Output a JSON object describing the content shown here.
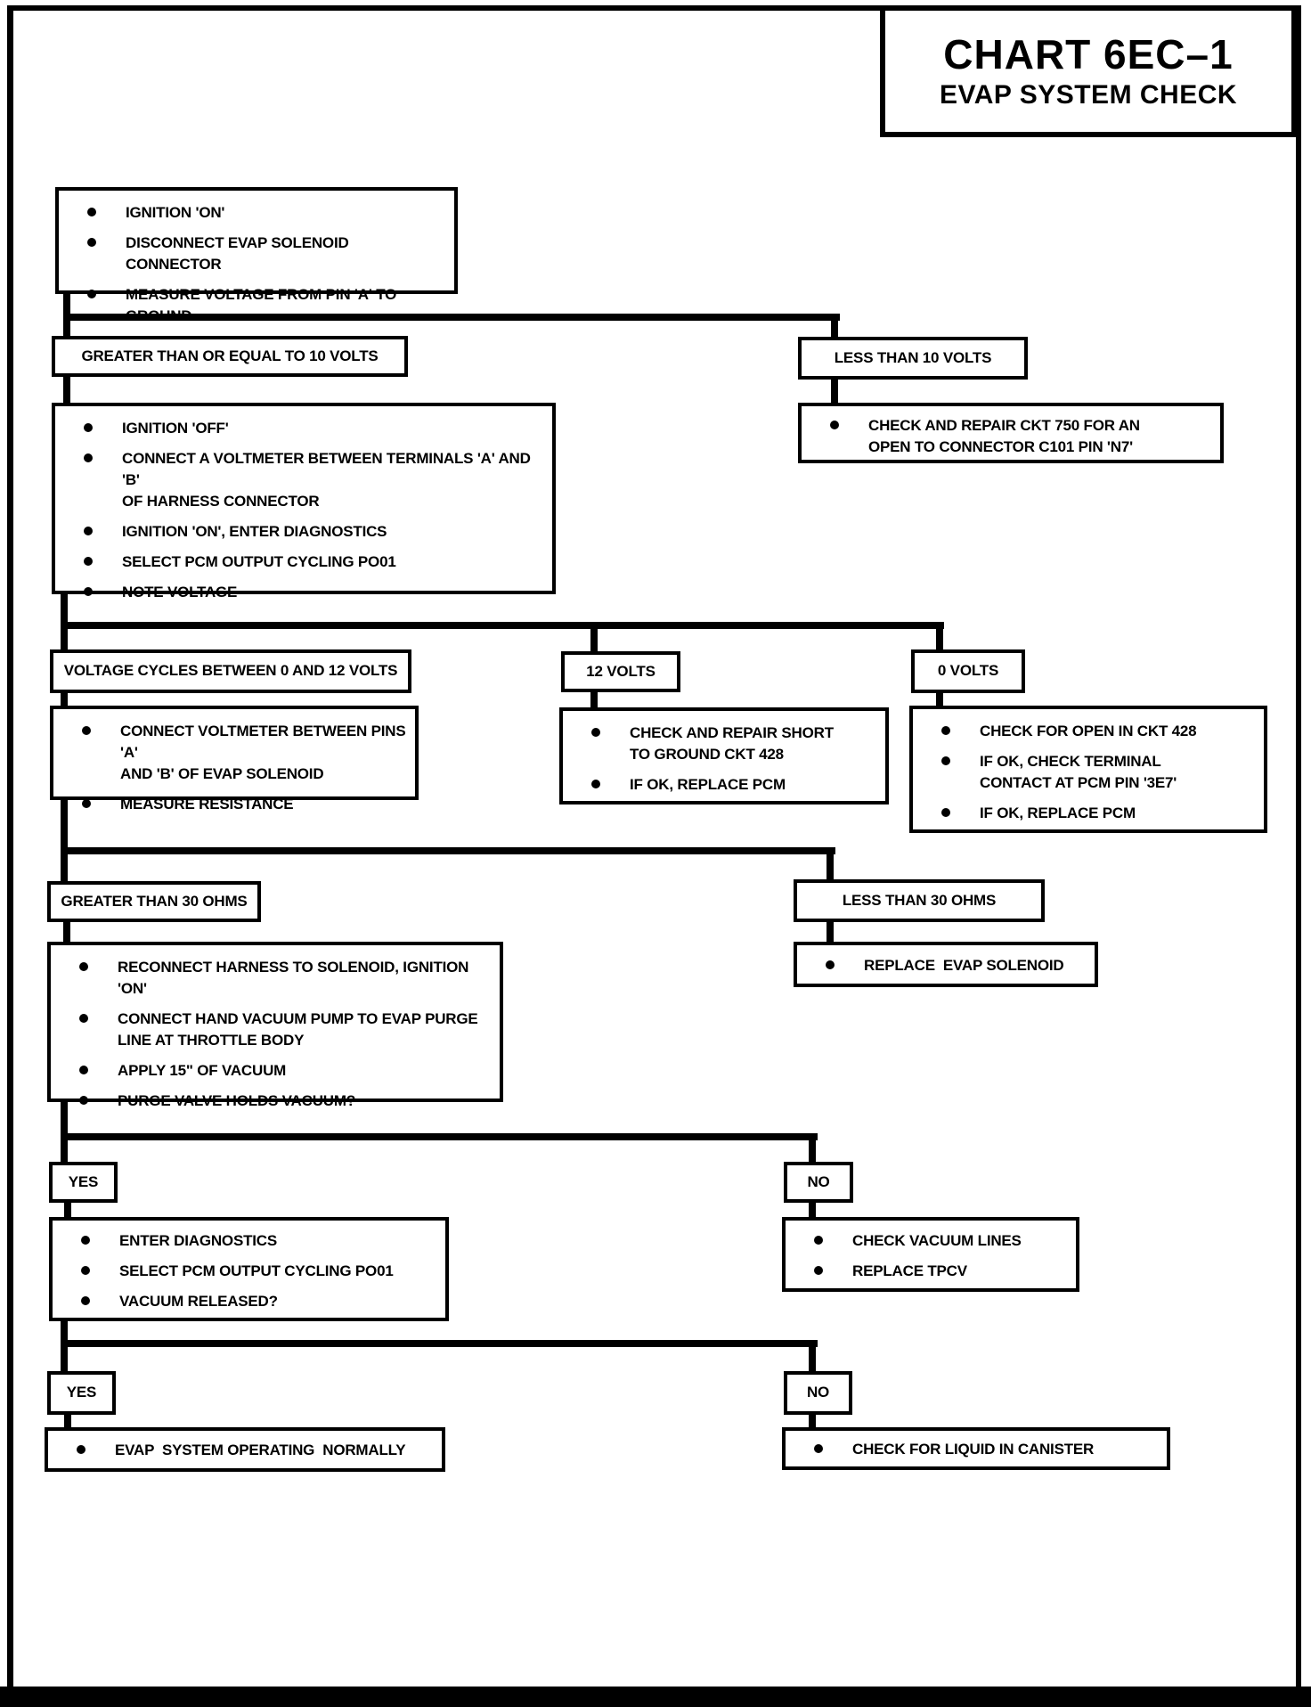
{
  "title": {
    "line1": "CHART 6EC–1",
    "line2": "EVAP SYSTEM CHECK"
  },
  "colors": {
    "ink": "#000000",
    "paper": "#ffffff"
  },
  "boxes": {
    "start": {
      "items": [
        "IGNITION 'ON'",
        "DISCONNECT EVAP SOLENOID CONNECTOR",
        "MEASURE VOLTAGE FROM PIN 'A' TO GROUND"
      ]
    },
    "ge10": {
      "label": "GREATER THAN OR EQUAL TO 10 VOLTS"
    },
    "lt10": {
      "label": "LESS THAN 10 VOLTS"
    },
    "repair750": {
      "items": [
        "CHECK AND REPAIR CKT 750 FOR AN\nOPEN TO CONNECTOR C101 PIN 'N7'"
      ]
    },
    "voltmeter": {
      "items": [
        "IGNITION 'OFF'",
        "CONNECT A VOLTMETER BETWEEN TERMINALS 'A' AND 'B'\nOF HARNESS CONNECTOR",
        "IGNITION 'ON', ENTER DIAGNOSTICS",
        "SELECT PCM OUTPUT CYCLING PO01",
        "NOTE VOLTAGE"
      ]
    },
    "cycles": {
      "label": "VOLTAGE CYCLES BETWEEN 0 AND 12 VOLTS"
    },
    "v12": {
      "label": "12 VOLTS"
    },
    "v0": {
      "label": "0 VOLTS"
    },
    "resistance": {
      "items": [
        "CONNECT VOLTMETER BETWEEN PINS 'A'\nAND 'B' OF EVAP SOLENOID",
        "MEASURE RESISTANCE"
      ]
    },
    "short428": {
      "items": [
        "CHECK AND REPAIR SHORT\nTO GROUND CKT 428",
        "IF OK, REPLACE PCM"
      ]
    },
    "open428": {
      "items": [
        "CHECK FOR OPEN IN CKT 428",
        "IF OK, CHECK TERMINAL\nCONTACT AT PCM PIN '3E7'",
        "IF OK, REPLACE PCM"
      ]
    },
    "gt30": {
      "label": "GREATER THAN 30 OHMS"
    },
    "lt30": {
      "label": "LESS THAN 30 OHMS"
    },
    "vacuumtest": {
      "items": [
        "RECONNECT HARNESS TO SOLENOID, IGNITION 'ON'",
        "CONNECT HAND VACUUM PUMP TO EVAP PURGE\nLINE AT THROTTLE BODY",
        "APPLY 15\" OF VACUUM",
        "PURGE VALVE HOLDS VACUUM?"
      ]
    },
    "replacesol": {
      "items": [
        "REPLACE  EVAP SOLENOID"
      ]
    },
    "yes1": {
      "label": "YES"
    },
    "no1": {
      "label": "NO"
    },
    "released": {
      "items": [
        "ENTER DIAGNOSTICS",
        "SELECT PCM OUTPUT CYCLING PO01",
        "VACUUM RELEASED?"
      ]
    },
    "checkvac": {
      "items": [
        "CHECK VACUUM LINES",
        "REPLACE TPCV"
      ]
    },
    "yes2": {
      "label": "YES"
    },
    "no2": {
      "label": "NO"
    },
    "normal": {
      "items": [
        "EVAP  SYSTEM OPERATING  NORMALLY"
      ]
    },
    "canister": {
      "items": [
        "CHECK FOR LIQUID IN CANISTER"
      ]
    }
  }
}
